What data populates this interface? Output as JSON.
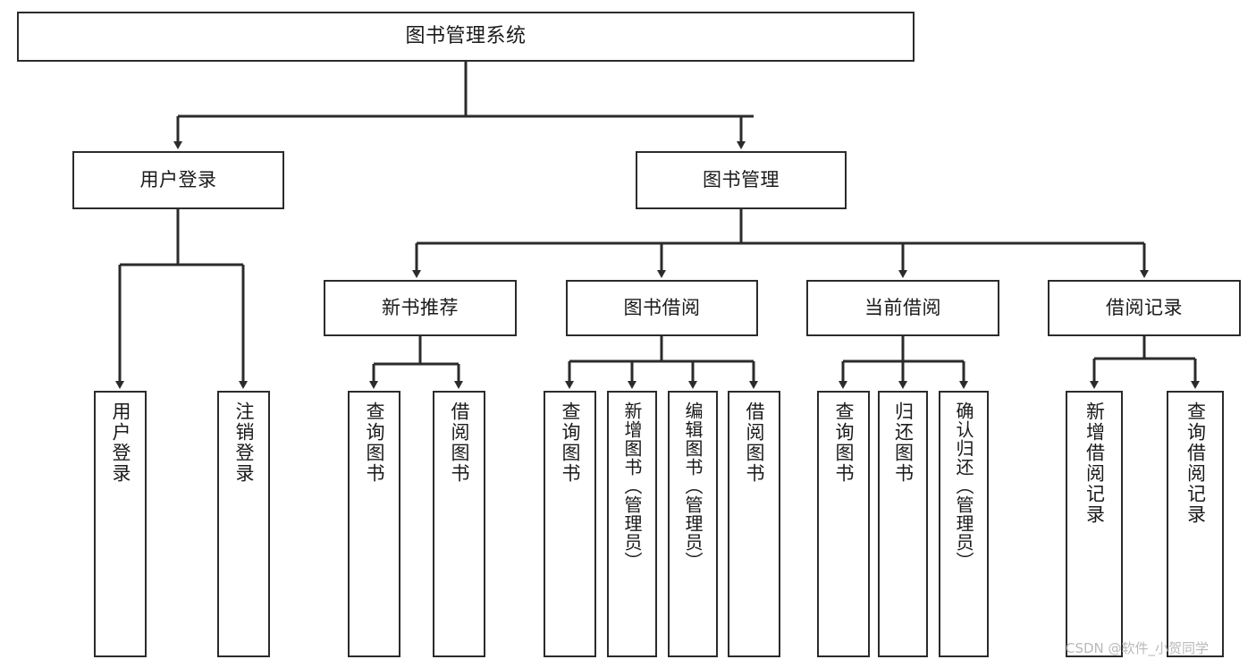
{
  "diagram": {
    "title": "图书管理系统",
    "root": {
      "label": "图书管理系统"
    },
    "level2": [
      {
        "label": "用户登录"
      },
      {
        "label": "图书管理"
      }
    ],
    "level3": [
      {
        "label": "新书推荐"
      },
      {
        "label": "图书借阅"
      },
      {
        "label": "当前借阅"
      },
      {
        "label": "借阅记录"
      }
    ],
    "leaves": {
      "user_login": [
        {
          "label": "用户登录"
        },
        {
          "label": "注销登录"
        }
      ],
      "new_book_recommend": [
        {
          "label": "查询图书"
        },
        {
          "label": "借阅图书"
        }
      ],
      "book_borrow": [
        {
          "label": "查询图书"
        },
        {
          "label": "新增图书（管理员）"
        },
        {
          "label": "编辑图书（管理员）"
        },
        {
          "label": "借阅图书"
        }
      ],
      "current_borrow": [
        {
          "label": "查询图书"
        },
        {
          "label": "归还图书"
        },
        {
          "label": "确认归还（管理员）"
        }
      ],
      "borrow_record": [
        {
          "label": "新增借阅记录"
        },
        {
          "label": "查询借阅记录"
        }
      ]
    }
  },
  "watermark": {
    "text": "CSDN @软件_小贺同学"
  },
  "colors": {
    "stroke": "#2b2b2b",
    "fill": "#ffffff",
    "text": "#1a1a1a",
    "watermark": "#b9b9b9"
  }
}
